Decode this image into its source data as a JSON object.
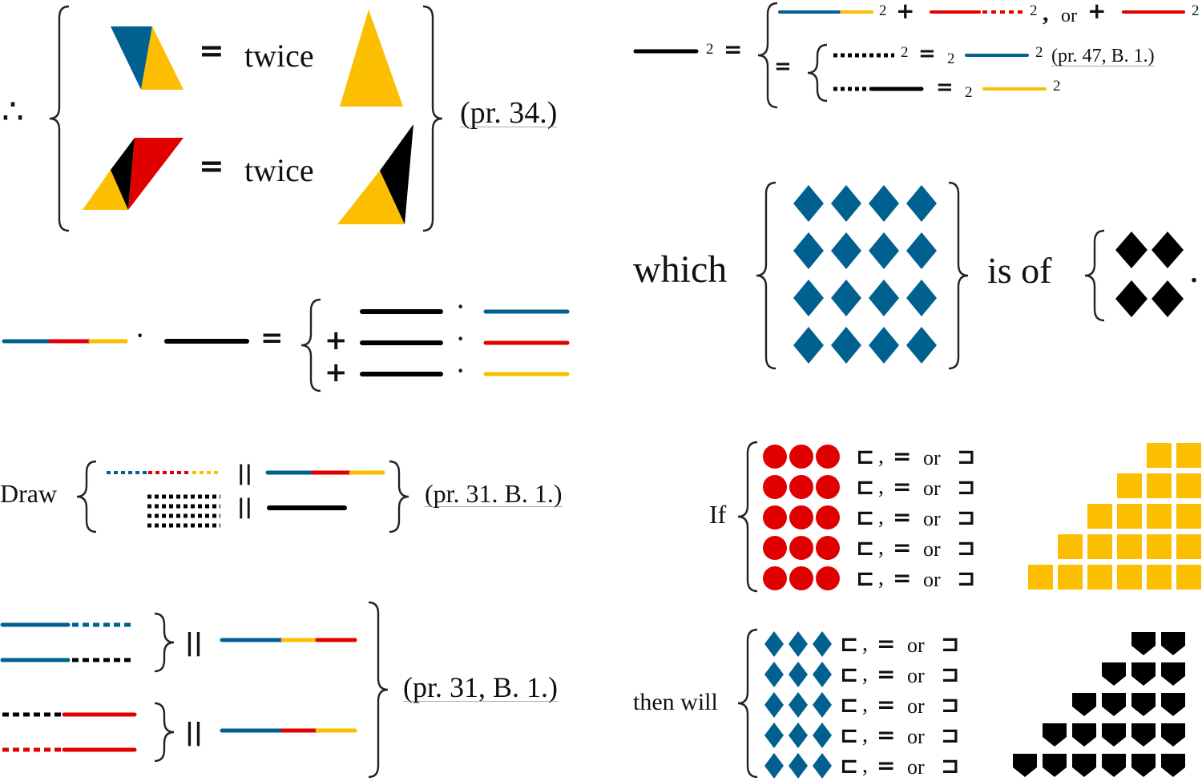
{
  "colors": {
    "blue": "#006090",
    "yellow": "#fcbe00",
    "red": "#e10000",
    "black": "#000000"
  },
  "symbols": {
    "therefore": "∴",
    "equals": "=",
    "plus": "+",
    "parallel": "||",
    "dot": "·",
    "comma": ",",
    "period": ".",
    "squared": "2",
    "greater": "⊏",
    "less": "⊐"
  },
  "panel_triangles": {
    "twice_1": "twice",
    "twice_2": "twice",
    "reference": "(pr. 34.)"
  },
  "panel_square": {
    "or": "or",
    "reference": "(pr. 47, B. 1.)"
  },
  "panel_rectangle": {},
  "panel_diamonds": {
    "which": "which",
    "is_of": "is of"
  },
  "panel_draw": {
    "draw": "Draw",
    "reference": "(pr. 31. B. 1.)"
  },
  "panel_if": {
    "if": "If",
    "or": "or"
  },
  "panel_parallels": {
    "reference": "(pr. 31, B. 1.)"
  },
  "panel_then": {
    "then_will": "then will",
    "or": "or"
  }
}
